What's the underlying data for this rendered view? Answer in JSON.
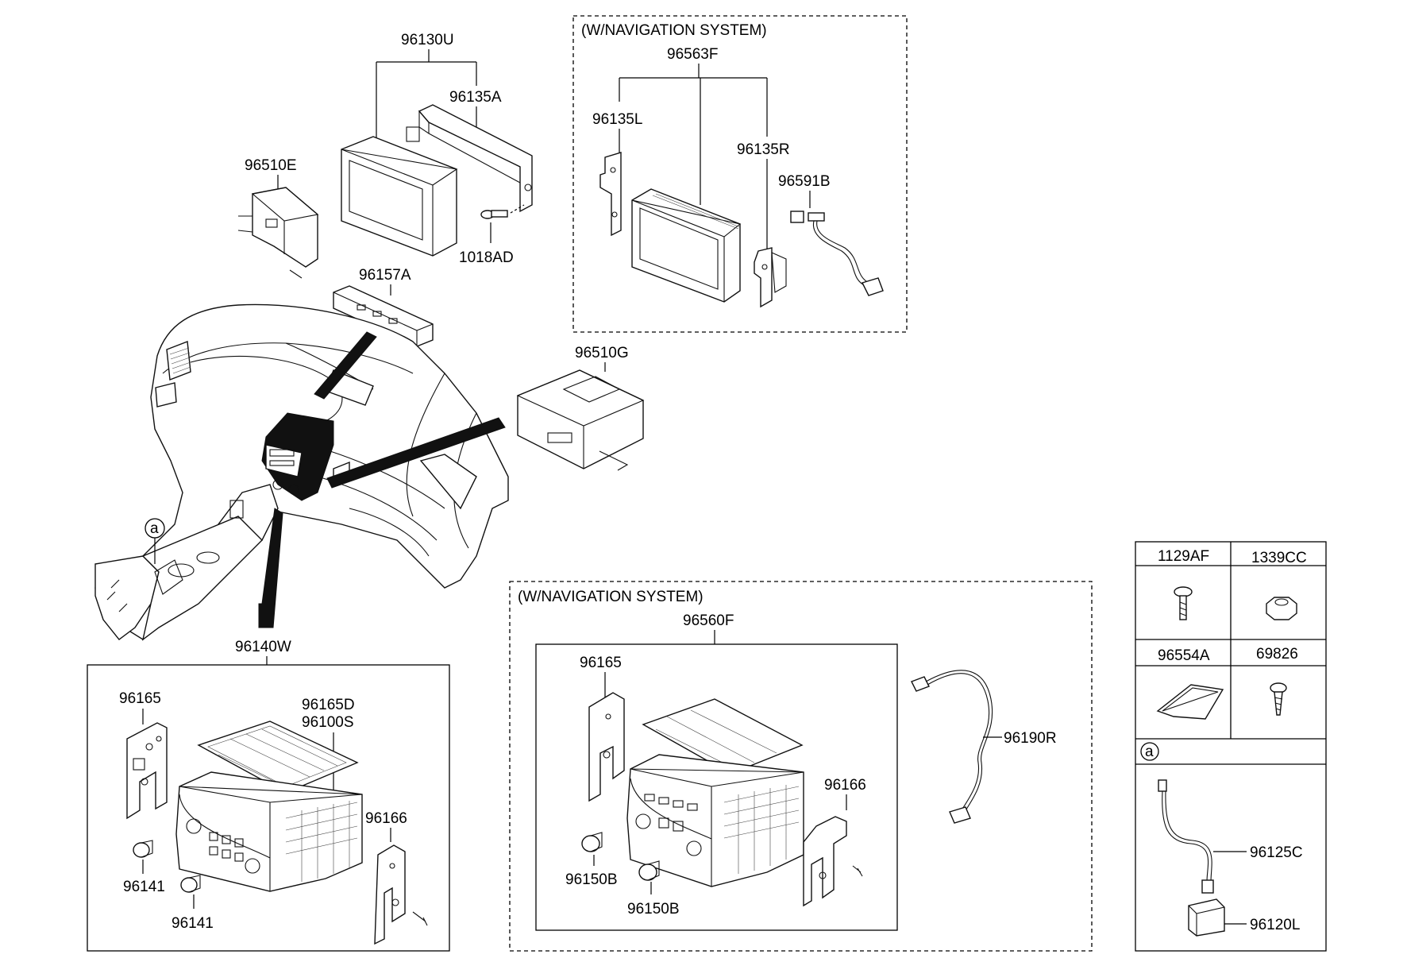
{
  "labels": {
    "p96130U": "96130U",
    "p96135A": "96135A",
    "p96510E": "96510E",
    "p1018AD": "1018AD",
    "p96157A": "96157A",
    "p96510G": "96510G",
    "p96140W": "96140W",
    "p96165_left": "96165",
    "p96165D": "96165D",
    "p96100S": "96100S",
    "p96166_left": "96166",
    "p96141_a": "96141",
    "p96141_b": "96141",
    "p96563F": "96563F",
    "p96135L": "96135L",
    "p96135R": "96135R",
    "p96591B": "96591B",
    "p96560F": "96560F",
    "p96165_right": "96165",
    "p96166_right": "96166",
    "p96150B_a": "96150B",
    "p96150B_b": "96150B",
    "p96190R": "96190R",
    "p1129AF": "1129AF",
    "p1339CC": "1339CC",
    "p96554A": "96554A",
    "p69826": "69826",
    "p96125C": "96125C",
    "p96120L": "96120L"
  },
  "nav_boxes": {
    "top_title": "(W/NAVIGATION SYSTEM)",
    "bottom_title": "(W/NAVIGATION SYSTEM)"
  },
  "callouts": {
    "a_main": "a",
    "a_table": "a"
  },
  "colors": {
    "line": "#000000",
    "background": "#ffffff"
  }
}
